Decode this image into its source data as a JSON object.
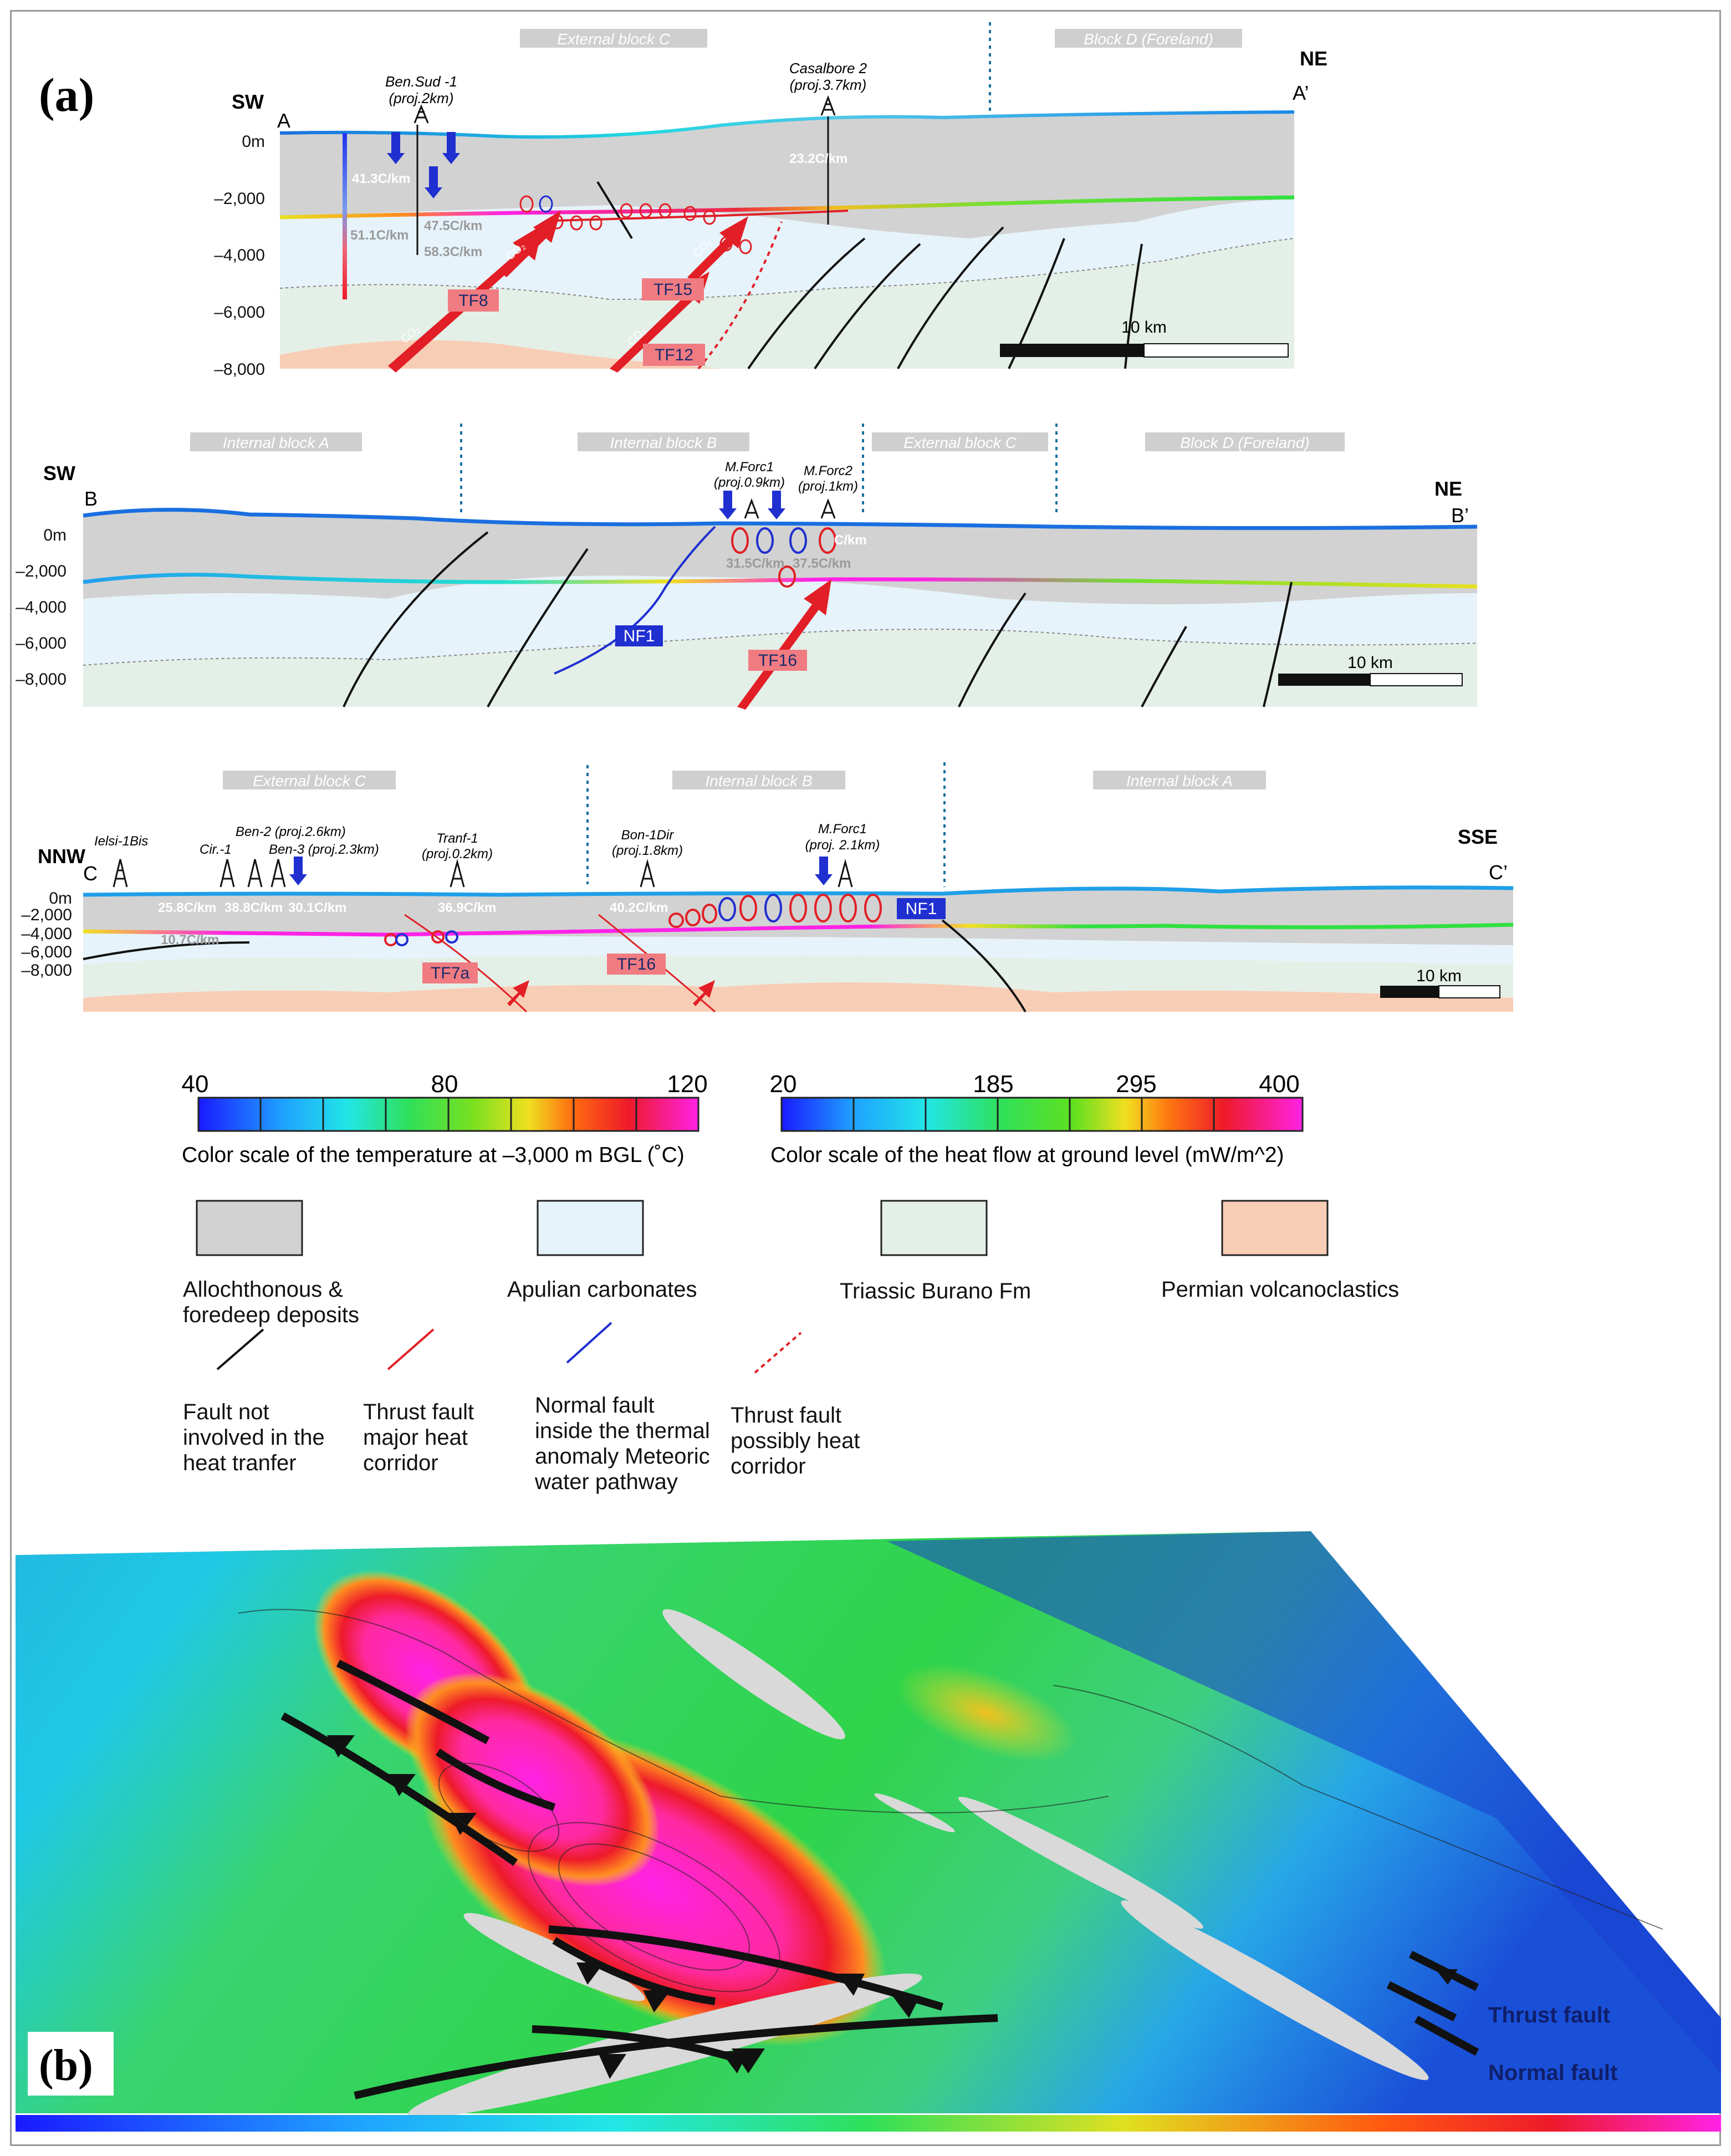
{
  "panel_a": {
    "label": "(a)",
    "section_ab": {
      "sw": "SW",
      "ne": "NE",
      "start": "A",
      "end": "A’",
      "blocks": [
        "External block C",
        "Block D (Foreland)"
      ],
      "depth_ticks": [
        "0m",
        "–2,000",
        "–4,000",
        "–6,000",
        "–8,000"
      ],
      "wells": [
        {
          "name": "Ben.Sud -1",
          "proj": "(proj.2km)"
        },
        {
          "name": "Casalbore 2",
          "proj": "(proj.3.7km)"
        }
      ],
      "gradients": [
        "41.3C/km",
        "47.5C/km",
        "58.3C/km",
        "51.1C/km",
        "23.2C/km"
      ],
      "faults": [
        "TF8",
        "TF15",
        "TF12"
      ],
      "co2": "CO₂",
      "scale": "10 km"
    },
    "section_bb": {
      "sw": "SW",
      "ne": "NE",
      "start": "B",
      "end": "B’",
      "blocks": [
        "Internal block A",
        "Internal block B",
        "External block C",
        "Block D (Foreland)"
      ],
      "depth_ticks": [
        "0m",
        "–2,000",
        "–4,000",
        "–6,000",
        "–8,000"
      ],
      "wells": [
        {
          "name": "M.Forc1",
          "proj": "(proj.0.9km)"
        },
        {
          "name": "M.Forc2",
          "proj": "(proj.1km)"
        }
      ],
      "gradients": [
        "31.5C/km",
        "37.5C/km",
        "C/km"
      ],
      "faults": [
        "NF1",
        "TF16"
      ],
      "scale": "10 km"
    },
    "section_cc": {
      "nnw": "NNW",
      "sse": "SSE",
      "start": "C",
      "end": "C’",
      "blocks": [
        "External block C",
        "Internal block B",
        "Internal block A"
      ],
      "depth_ticks": [
        "0m",
        "–2,000",
        "–4,000",
        "–6,000",
        "–8,000"
      ],
      "wells": [
        {
          "name": "Ielsi-1Bis",
          "proj": ""
        },
        {
          "name": "Cir.-1",
          "proj": ""
        },
        {
          "name": "Ben-2 (proj.2.6km)",
          "proj": ""
        },
        {
          "name": "Ben-3 (proj.2.3km)",
          "proj": ""
        },
        {
          "name": "Tranf-1",
          "proj": "(proj.0.2km)"
        },
        {
          "name": "Bon-1Dir",
          "proj": "(proj.1.8km)"
        },
        {
          "name": "M.Forc1",
          "proj": "(proj. 2.1km)"
        }
      ],
      "gradients": [
        "25.8C/km",
        "38.8C/km",
        "30.1C/km",
        "36.9C/km",
        "40.2C/km",
        "10.7C/km"
      ],
      "faults": [
        "TF7a",
        "TF16",
        "NF1"
      ],
      "scale": "10 km"
    }
  },
  "legend": {
    "temp_scale": {
      "ticks": [
        "40",
        "80",
        "120"
      ],
      "caption": "Color scale of the temperature at –3,000 m BGL (˚C)"
    },
    "heatflow_scale": {
      "ticks": [
        "20",
        "185",
        "295",
        "400"
      ],
      "caption": "Color scale of the heat flow at ground level (mW/m^2)"
    },
    "units": [
      {
        "name": "Allochthonous & foredeep deposits",
        "color": "#d2d2d2"
      },
      {
        "name": "Apulian carbonates",
        "color": "#e6f3fb"
      },
      {
        "name": "Triassic Burano Fm",
        "color": "#e4efe7"
      },
      {
        "name": "Permian volcanoclastics",
        "color": "#f8cdb5"
      }
    ],
    "faults": [
      {
        "name": "Fault not involved in the heat tranfer",
        "color": "#111111",
        "style": "solid"
      },
      {
        "name": "Thrust fault major heat corridor",
        "color": "#e21f26",
        "style": "solid"
      },
      {
        "name": "Normal fault inside the thermal anomaly Meteoric water pathway",
        "color": "#1f2fd0",
        "style": "solid"
      },
      {
        "name": "Thrust fault possibly heat corridor",
        "color": "#e21f26",
        "style": "dashed"
      }
    ]
  },
  "panel_b": {
    "label": "(b)",
    "legend": [
      "Thrust fault",
      "Normal fault"
    ]
  },
  "colors": {
    "allochthonous": "#d2d2d2",
    "apulian": "#e6f3fb",
    "burano": "#e4efe7",
    "permian": "#f8cdb5",
    "thrust": "#e21f26",
    "normal": "#1f2fd0",
    "block_header": "#cfcfcf"
  }
}
